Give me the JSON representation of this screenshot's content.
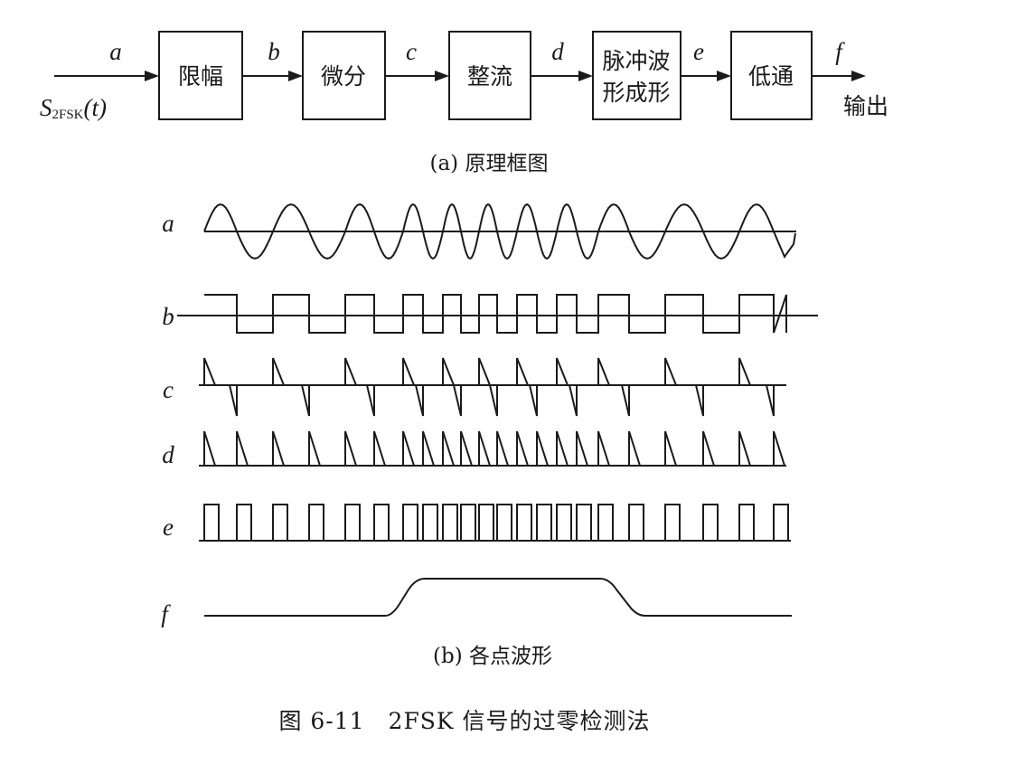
{
  "block_diagram": {
    "input_label_base": "S",
    "input_label_sub": "2FSK",
    "input_label_tail": "(t)",
    "output_label": "输出",
    "blocks": [
      {
        "id": "limiter",
        "lines": [
          "限幅"
        ]
      },
      {
        "id": "differentiator",
        "lines": [
          "微分"
        ]
      },
      {
        "id": "rectifier",
        "lines": [
          "整流"
        ]
      },
      {
        "id": "pulse-shaper",
        "lines": [
          "脉冲波",
          "形成形"
        ]
      },
      {
        "id": "lowpass",
        "lines": [
          "低通"
        ]
      }
    ],
    "signal_labels": [
      "a",
      "b",
      "c",
      "d",
      "e",
      "f"
    ],
    "caption": "(a) 原理框图"
  },
  "waveforms": {
    "rows": [
      {
        "label": "a",
        "kind": "sine"
      },
      {
        "label": "b",
        "kind": "square"
      },
      {
        "label": "c",
        "kind": "differentiated"
      },
      {
        "label": "d",
        "kind": "rectified"
      },
      {
        "label": "e",
        "kind": "pulse-train"
      },
      {
        "label": "f",
        "kind": "lowpass-output"
      }
    ],
    "caption": "(b) 各点波形"
  },
  "figure_caption": "图 6-11　2FSK 信号的过零检测法"
}
